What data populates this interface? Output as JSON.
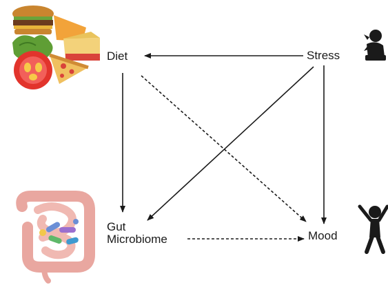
{
  "nodes": {
    "diet": "Diet",
    "stress": "Stress",
    "gut_line1": "Gut",
    "gut_line2": "Microbiome",
    "mood": "Mood"
  },
  "edges": [
    {
      "from": "Stress",
      "to": "Diet",
      "style": "solid"
    },
    {
      "from": "Stress",
      "to": "Mood",
      "style": "solid"
    },
    {
      "from": "Stress",
      "to": "Gut Microbiome",
      "style": "solid"
    },
    {
      "from": "Diet",
      "to": "Gut Microbiome",
      "style": "solid"
    },
    {
      "from": "Diet",
      "to": "Mood",
      "style": "dashed"
    },
    {
      "from": "Gut Microbiome",
      "to": "Mood",
      "style": "dashed"
    }
  ],
  "illustrations": [
    "food-illustration",
    "stressed-person-icon",
    "intestine-microbiome-illustration",
    "happy-person-icon"
  ]
}
